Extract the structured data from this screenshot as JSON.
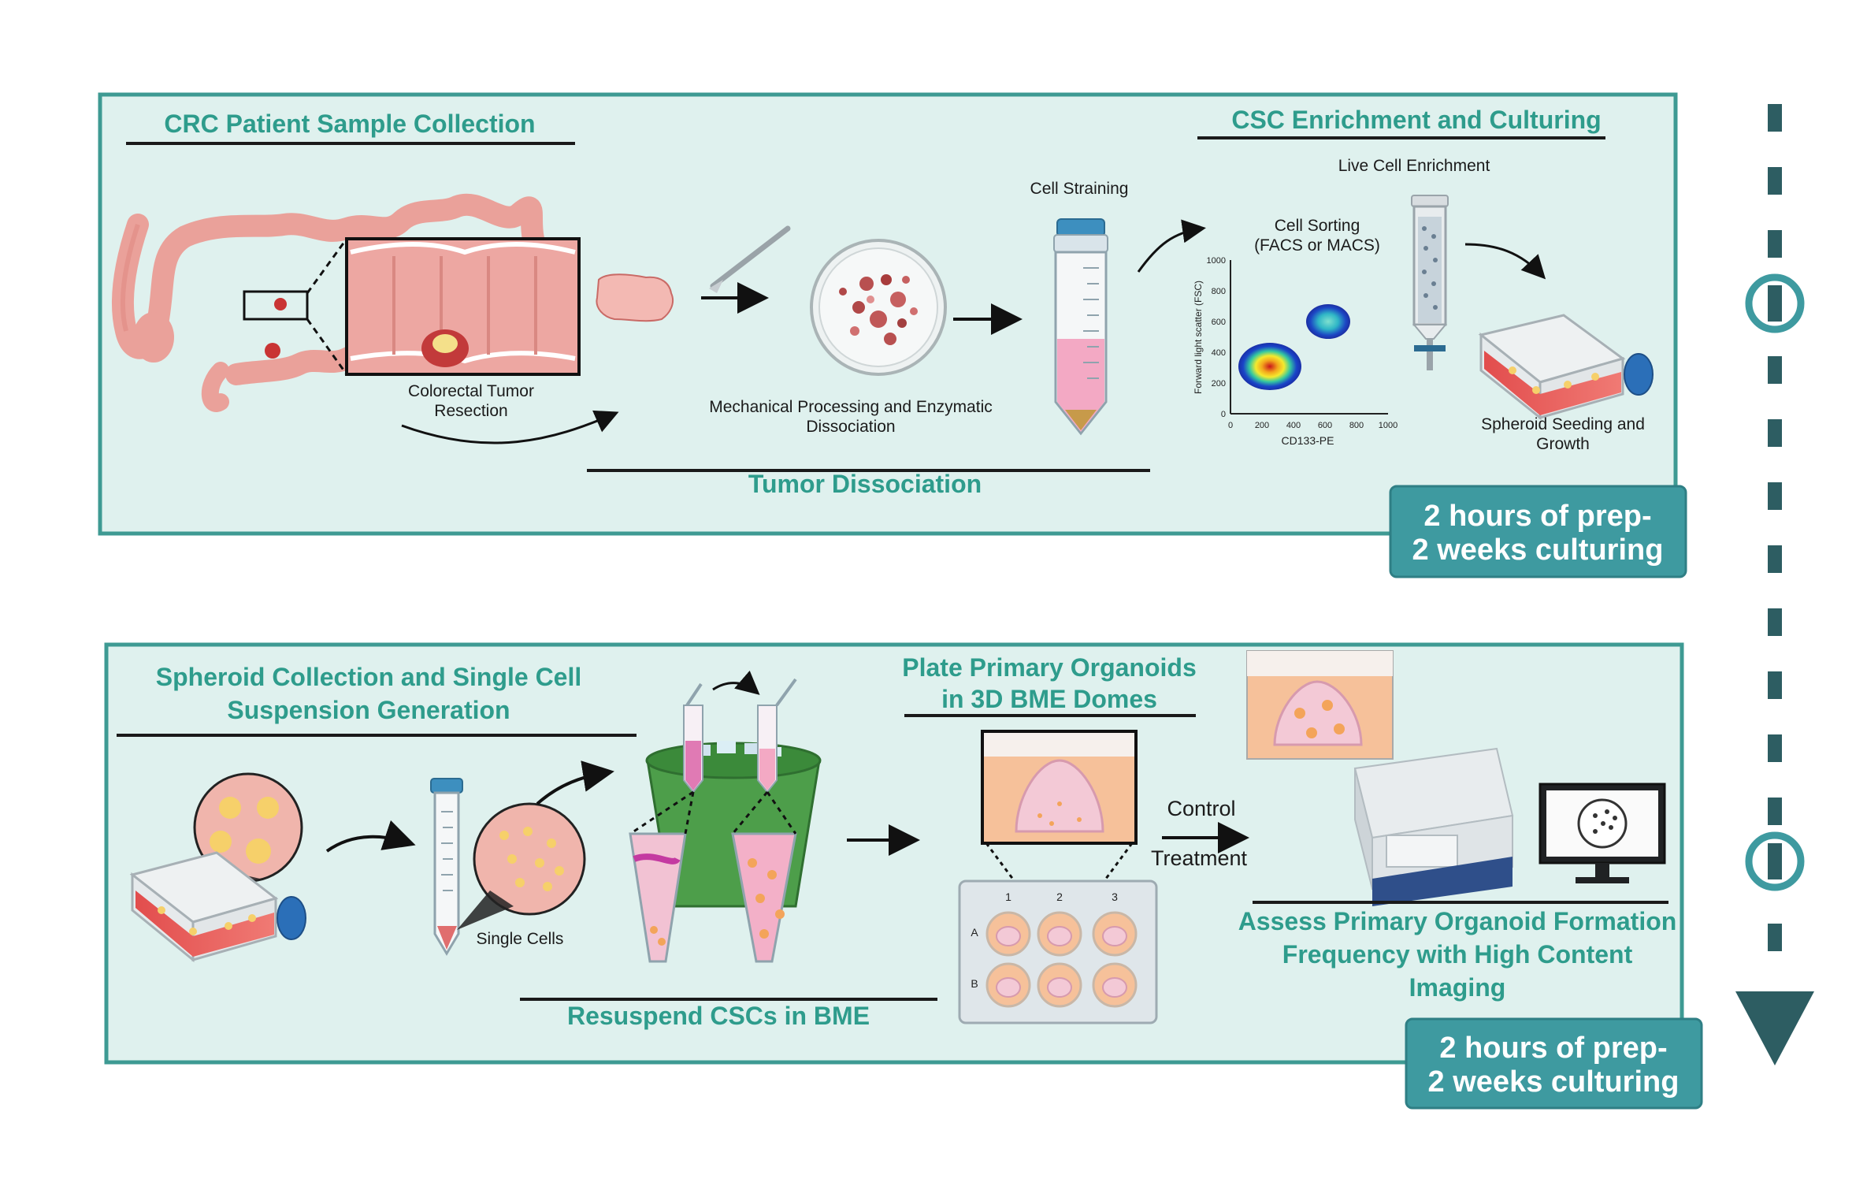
{
  "panel_top": {
    "title_left": "CRC Patient Sample Collection",
    "title_right": "CSC Enrichment and Culturing",
    "title_bottom": "Tumor Dissociation",
    "label_resection_1": "Colorectal Tumor",
    "label_resection_2": "Resection",
    "label_mech_1": "Mechanical Processing and Enzymatic",
    "label_mech_2": "Dissociation",
    "label_straining": "Cell Straining",
    "label_live": "Live Cell Enrichment",
    "label_sorting_1": "Cell Sorting",
    "label_sorting_2": "(FACS or MACS)",
    "label_seeding_1": "Spheroid Seeding and",
    "label_seeding_2": "Growth",
    "badge_line1": "2 hours of prep-",
    "badge_line2": "2 weeks culturing"
  },
  "facs_plot": {
    "ylabel": "Forward light scatter (FSC)",
    "xlabel": "CD133-PE",
    "yticks": [
      "0",
      "200",
      "400",
      "600",
      "800",
      "1000"
    ],
    "xticks": [
      "0",
      "200",
      "400",
      "600",
      "800",
      "1000"
    ]
  },
  "panel_bottom": {
    "title_left_1": "Spheroid Collection and Single Cell",
    "title_left_2": "Suspension Generation",
    "title_mid_1": "Plate Primary Organoids",
    "title_mid_2": "in 3D BME Domes",
    "title_bottom": "Resuspend CSCs in BME",
    "title_right_1": "Assess Primary Organoid Formation",
    "title_right_2": "Frequency with High Content",
    "title_right_3": "Imaging",
    "label_single": "Single Cells",
    "label_control": "Control",
    "label_treatment": "Treatment",
    "plate_cols": [
      "1",
      "2",
      "3"
    ],
    "plate_rows": [
      "A",
      "B"
    ],
    "badge_line1": "2 hours of prep-",
    "badge_line2": "2 weeks culturing"
  },
  "colors": {
    "panel_fill": "#dff1ee",
    "panel_border": "#3e9a93",
    "title_teal": "#2e9c8c",
    "badge_fill": "#3e9aa0",
    "timeline": "#2d5d62",
    "tissue_pink": "#eaa19a"
  }
}
